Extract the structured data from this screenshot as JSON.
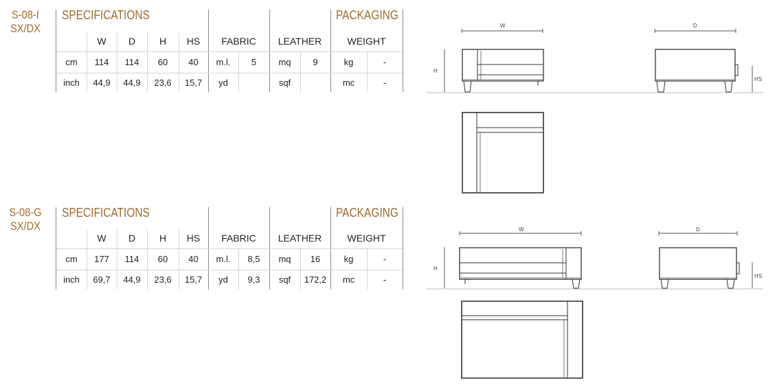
{
  "products": [
    {
      "code_line1": "S-08-I",
      "code_line2": "SX/DX",
      "spec_title": "SPECIFICATIONS",
      "packaging_title": "PACKAGING",
      "headers": {
        "w": "W",
        "d": "D",
        "h": "H",
        "hs": "HS",
        "fabric": "FABRIC",
        "leather": "LEATHER",
        "weight": "WEIGHT"
      },
      "rows": [
        [
          "cm",
          "114",
          "114",
          "60",
          "40",
          "m.l.",
          "5",
          "mq",
          "9",
          "kg",
          "-"
        ],
        [
          "inch",
          "44,9",
          "44,9",
          "23,6",
          "15,7",
          "yd",
          "",
          "sqf",
          "",
          "mc",
          "-"
        ]
      ],
      "dims": {
        "w": "W",
        "d": "D",
        "h": "H",
        "hs": "HS"
      }
    },
    {
      "code_line1": "S-08-G",
      "code_line2": "SX/DX",
      "spec_title": "SPECIFICATIONS",
      "packaging_title": "PACKAGING",
      "headers": {
        "w": "W",
        "d": "D",
        "h": "H",
        "hs": "HS",
        "fabric": "FABRIC",
        "leather": "LEATHER",
        "weight": "WEIGHT"
      },
      "rows": [
        [
          "cm",
          "177",
          "114",
          "60",
          "40",
          "m.l.",
          "8,5",
          "mq",
          "16",
          "kg",
          "-"
        ],
        [
          "inch",
          "69,7",
          "44,9",
          "23,6",
          "15,7",
          "yd",
          "9,3",
          "sqf",
          "172,2",
          "mc",
          "-"
        ]
      ],
      "dims": {
        "w": "W",
        "d": "D",
        "h": "H",
        "hs": "HS"
      }
    }
  ],
  "colors": {
    "accent": "#a06a2c",
    "rule": "#888888",
    "grid": "#d6d6d6",
    "drawing": "#333333"
  }
}
